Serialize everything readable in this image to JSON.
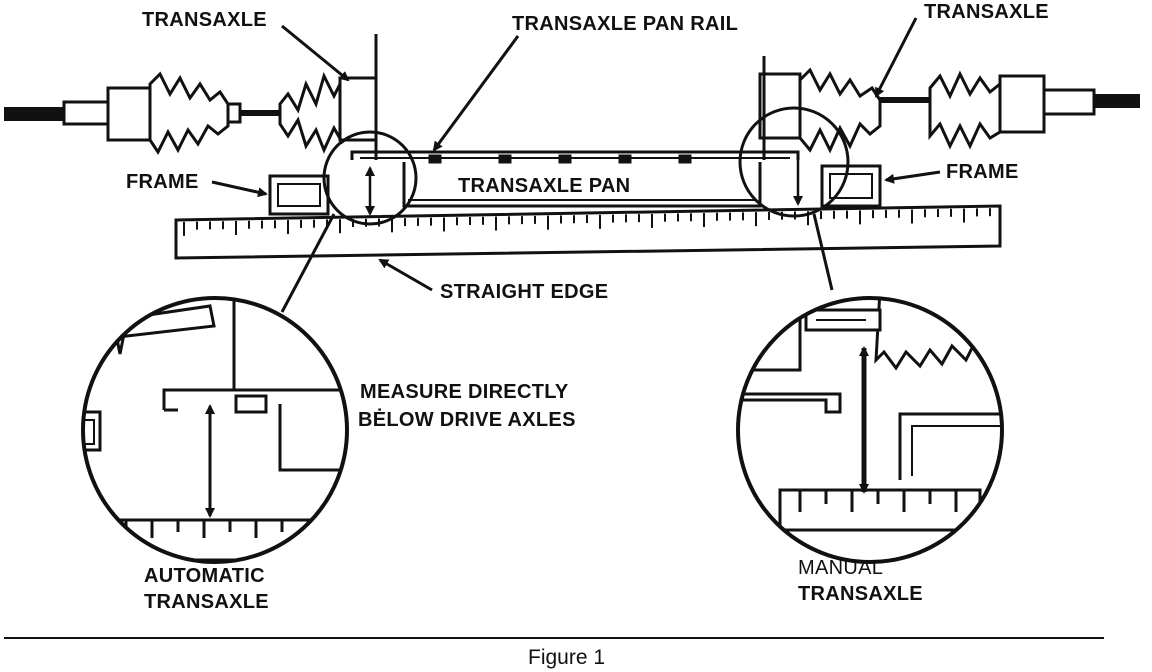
{
  "labels": {
    "transaxle_left": "TRANSAXLE",
    "transaxle_right": "TRANSAXLE",
    "pan_rail": "TRANSAXLE PAN RAIL",
    "pan": "TRANSAXLE PAN",
    "frame_left": "FRAME",
    "frame_right": "FRAME",
    "straight_edge": "STRAIGHT EDGE",
    "measure_line1": "MEASURE DIRECTLY",
    "measure_line2": "BĖLOW DRIVE AXLES",
    "automatic_line1": "AUTOMATIC",
    "automatic_line2": "TRANSAXLE",
    "manual_line1": "MANUAL",
    "manual_line2": "TRANSAXLE"
  },
  "caption": "Figure 1",
  "colors": {
    "ink": "#111111",
    "paper": "#ffffff"
  }
}
